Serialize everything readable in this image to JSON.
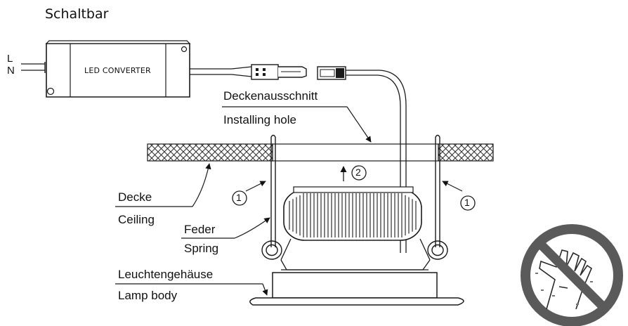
{
  "title": "Schaltbar",
  "converter": {
    "label": "LED CONVERTER"
  },
  "wires": {
    "live": "L",
    "neutral": "N"
  },
  "labels": {
    "hole_de": "Deckenausschnitt",
    "hole_en": "Installing hole",
    "ceiling_de": "Decke",
    "ceiling_en": "Ceiling",
    "spring_de": "Feder",
    "spring_en": "Spring",
    "body_de": "Leuchtengehäuse",
    "body_en": "Lamp body"
  },
  "steps": {
    "step1": "1",
    "step2": "2"
  },
  "colors": {
    "line": "#1a1a1a",
    "hatch": "#333333",
    "prohibit": "#555555"
  },
  "icons": [
    "no-touch-icon"
  ]
}
